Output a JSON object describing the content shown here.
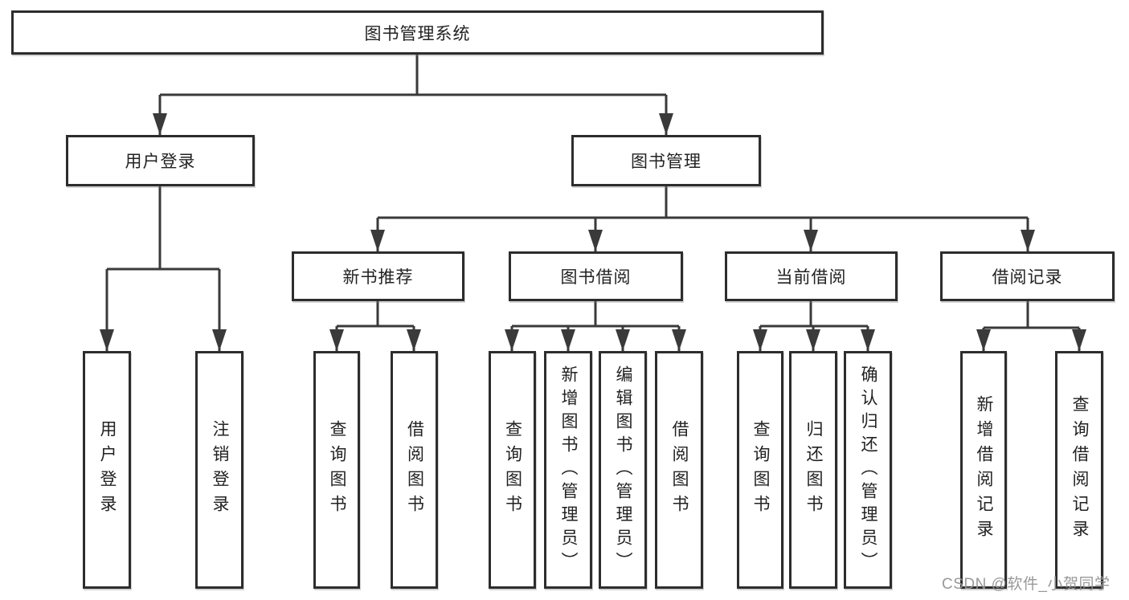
{
  "tree": {
    "root": "图书管理系统",
    "children": [
      {
        "label": "用户登录",
        "children": [
          {
            "label": "用户登录"
          },
          {
            "label": "注销登录"
          }
        ]
      },
      {
        "label": "图书管理",
        "children": [
          {
            "label": "新书推荐",
            "children": [
              {
                "label": "查询图书"
              },
              {
                "label": "借阅图书"
              }
            ]
          },
          {
            "label": "图书借阅",
            "children": [
              {
                "label": "查询图书"
              },
              {
                "label": "新增图书（管理员）"
              },
              {
                "label": "编辑图书（管理员）"
              },
              {
                "label": "借阅图书"
              }
            ]
          },
          {
            "label": "当前借阅",
            "children": [
              {
                "label": "查询图书"
              },
              {
                "label": "归还图书"
              },
              {
                "label": "确认归还（管理员）"
              }
            ]
          },
          {
            "label": "借阅记录",
            "children": [
              {
                "label": "新增借阅记录"
              },
              {
                "label": "查询借阅记录"
              }
            ]
          }
        ]
      }
    ]
  },
  "watermark": {
    "text": "CSDN @软件_小贺同学"
  },
  "colors": {
    "line": "#3a3a3a",
    "box_border": "#2d2d2d",
    "text": "#222222",
    "watermark": "#949494",
    "background": "#ffffff"
  }
}
